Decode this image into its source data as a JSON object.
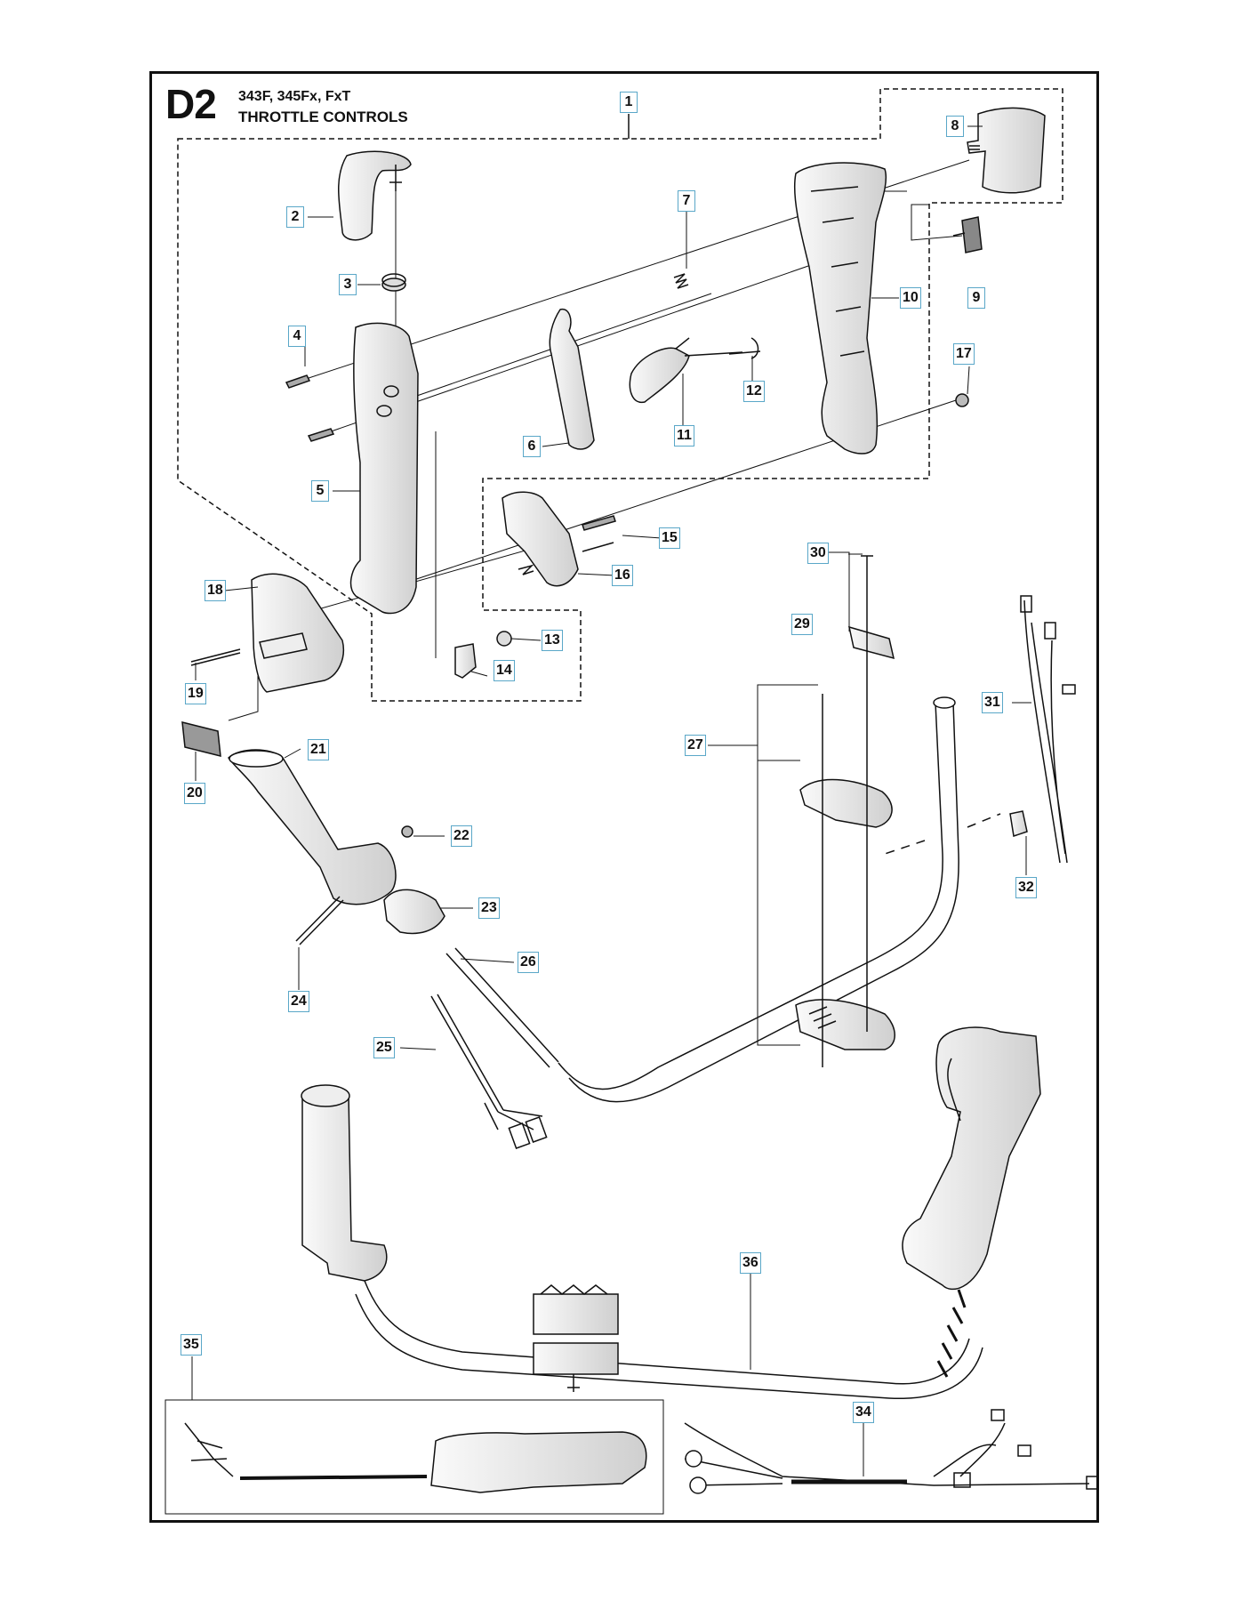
{
  "header": {
    "code": "D2",
    "models": "343F, 345Fx, FxT",
    "title": "THROTTLE CONTROLS"
  },
  "callouts": [
    "1",
    "2",
    "3",
    "4",
    "5",
    "6",
    "7",
    "8",
    "9",
    "10",
    "11",
    "12",
    "13",
    "14",
    "15",
    "16",
    "17",
    "18",
    "19",
    "20",
    "21",
    "22",
    "23",
    "24",
    "25",
    "26",
    "27",
    "29",
    "30",
    "31",
    "32",
    "34",
    "35",
    "36"
  ],
  "colors": {
    "callout_border": "#5aa7c8",
    "line": "#111111",
    "part_fill": "#f2f2f2",
    "part_shade": "#bdbdbd"
  }
}
